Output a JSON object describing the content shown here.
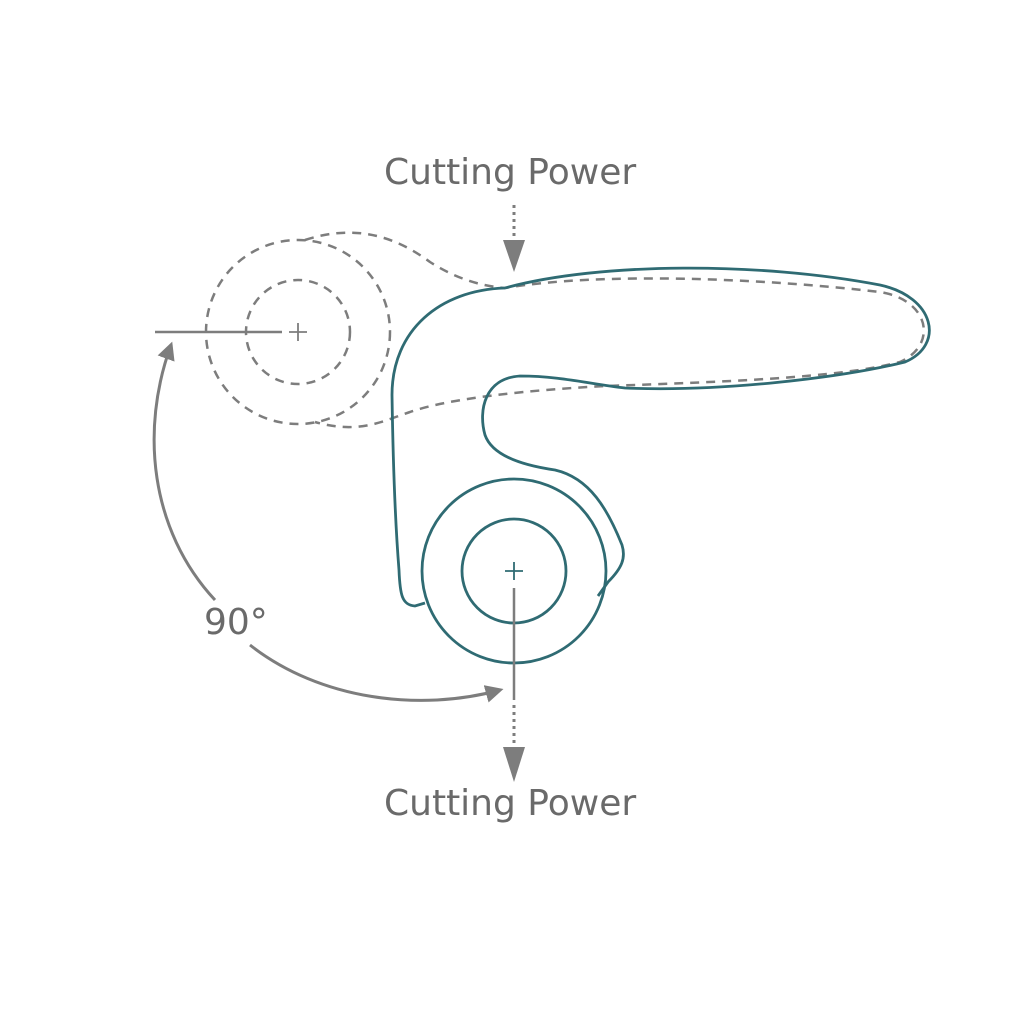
{
  "labels": {
    "cutting_power_top": "Cutting Power",
    "cutting_power_bottom": "Cutting Power",
    "angle": "90°"
  },
  "colors": {
    "teal": "#2f6b73",
    "gray": "#7d7d7d",
    "dark_gray": "#6a6a6a",
    "background": "#ffffff"
  },
  "icons": {
    "arrow": "arrow-down-icon",
    "center_mark": "plus-icon"
  }
}
